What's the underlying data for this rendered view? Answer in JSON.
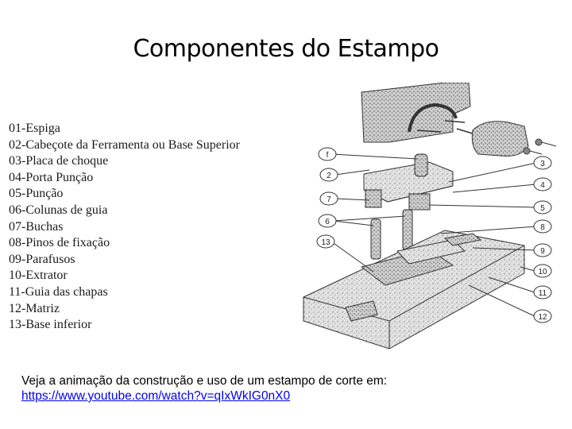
{
  "slide": {
    "title": "Componentes do Estampo"
  },
  "parts_list": [
    {
      "num": "01-",
      "label": "Espiga"
    },
    {
      "num": "02-",
      "label": "Cabeçote da Ferramenta ou Base Superior"
    },
    {
      "num": "03-",
      "label": "Placa de choque"
    },
    {
      "num": "04-",
      "label": "Porta Punção"
    },
    {
      "num": "05-",
      "label": "Punção"
    },
    {
      "num": "06-",
      "label": "Colunas de guia"
    },
    {
      "num": "07-",
      "label": "Buchas"
    },
    {
      "num": "08-",
      "label": "Pinos de fixação"
    },
    {
      "num": "09-",
      "label": "Parafusos"
    },
    {
      "num": "10-",
      "label": "Extrator"
    },
    {
      "num": "11-",
      "label": "Guia das chapas"
    },
    {
      "num": "12-",
      "label": "Matriz"
    },
    {
      "num": "13-",
      "label": "Base inferior"
    }
  ],
  "diagram": {
    "callouts": [
      "f",
      "2",
      "3",
      "4",
      "7",
      "5",
      "6",
      "8",
      "13",
      "9",
      "10",
      "11",
      "12"
    ]
  },
  "footer": {
    "text": "Veja a animação da construção e uso de um estampo de corte em:",
    "link": "https://www.youtube.com/watch?v=qIxWkIG0nX0"
  }
}
